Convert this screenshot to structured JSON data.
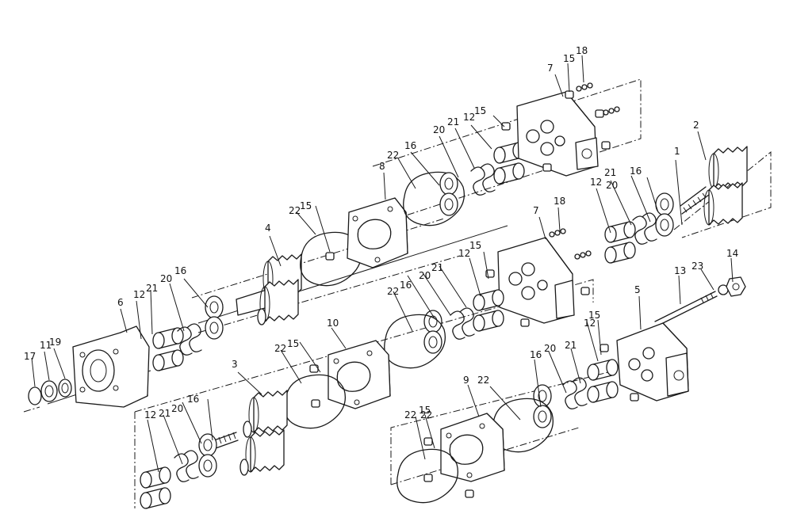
{
  "callouts": [
    {
      "id": "c1",
      "text": "1"
    },
    {
      "id": "c2",
      "text": "2"
    },
    {
      "id": "c3",
      "text": "3"
    },
    {
      "id": "c4",
      "text": "4"
    },
    {
      "id": "c5",
      "text": "5"
    },
    {
      "id": "c6",
      "text": "6"
    },
    {
      "id": "c7a",
      "text": "7"
    },
    {
      "id": "c7b",
      "text": "7"
    },
    {
      "id": "c8",
      "text": "8"
    },
    {
      "id": "c9",
      "text": "9"
    },
    {
      "id": "c10",
      "text": "10"
    },
    {
      "id": "c11",
      "text": "11"
    },
    {
      "id": "c12a",
      "text": "12"
    },
    {
      "id": "c12b",
      "text": "12"
    },
    {
      "id": "c12c",
      "text": "12"
    },
    {
      "id": "c12d",
      "text": "12"
    },
    {
      "id": "c12e",
      "text": "12"
    },
    {
      "id": "c12f",
      "text": "12"
    },
    {
      "id": "c13",
      "text": "13"
    },
    {
      "id": "c14",
      "text": "14"
    },
    {
      "id": "c15a",
      "text": "15"
    },
    {
      "id": "c15b",
      "text": "15"
    },
    {
      "id": "c15c",
      "text": "15"
    },
    {
      "id": "c15d",
      "text": "15"
    },
    {
      "id": "c15e",
      "text": "15"
    },
    {
      "id": "c15f",
      "text": "15"
    },
    {
      "id": "c15g",
      "text": "15"
    },
    {
      "id": "c16a",
      "text": "16"
    },
    {
      "id": "c16b",
      "text": "16"
    },
    {
      "id": "c16c",
      "text": "16"
    },
    {
      "id": "c16d",
      "text": "16"
    },
    {
      "id": "c16e",
      "text": "16"
    },
    {
      "id": "c16f",
      "text": "16"
    },
    {
      "id": "c17",
      "text": "17"
    },
    {
      "id": "c18a",
      "text": "18"
    },
    {
      "id": "c18b",
      "text": "18"
    },
    {
      "id": "c19",
      "text": "19"
    },
    {
      "id": "c20a",
      "text": "20"
    },
    {
      "id": "c20b",
      "text": "20"
    },
    {
      "id": "c20c",
      "text": "20"
    },
    {
      "id": "c20d",
      "text": "20"
    },
    {
      "id": "c20e",
      "text": "20"
    },
    {
      "id": "c20f",
      "text": "20"
    },
    {
      "id": "c21a",
      "text": "21"
    },
    {
      "id": "c21b",
      "text": "21"
    },
    {
      "id": "c21c",
      "text": "21"
    },
    {
      "id": "c21d",
      "text": "21"
    },
    {
      "id": "c21e",
      "text": "21"
    },
    {
      "id": "c21f",
      "text": "21"
    },
    {
      "id": "c22a",
      "text": "22"
    },
    {
      "id": "c22b",
      "text": "22"
    },
    {
      "id": "c22c",
      "text": "22"
    },
    {
      "id": "c22d",
      "text": "22"
    },
    {
      "id": "c22e",
      "text": "22"
    },
    {
      "id": "c22f",
      "text": "22"
    },
    {
      "id": "c22g",
      "text": "22"
    },
    {
      "id": "c23",
      "text": "23"
    }
  ]
}
